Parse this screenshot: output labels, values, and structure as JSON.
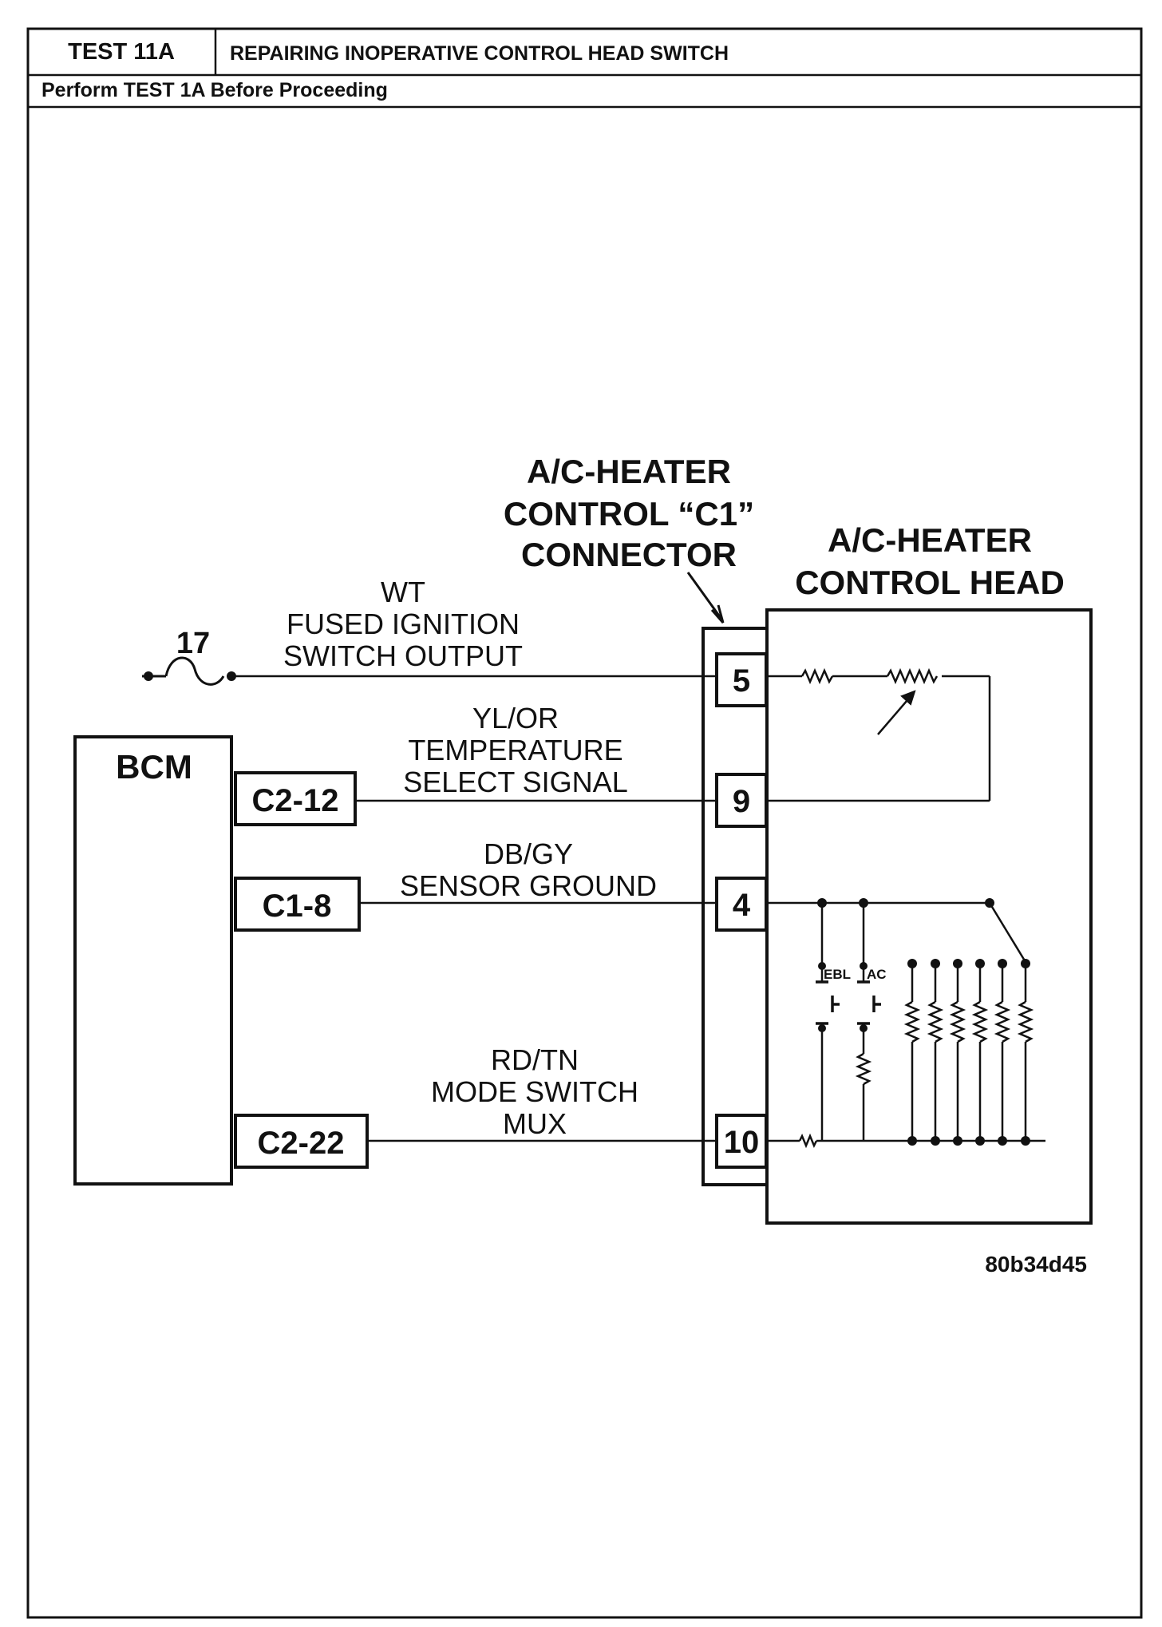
{
  "header": {
    "test_id": "TEST 11A",
    "title": "REPAIRING INOPERATIVE CONTROL HEAD SWITCH",
    "instruction": "Perform TEST 1A Before Proceeding"
  },
  "diagram": {
    "connector_label": [
      "A/C-HEATER",
      "CONTROL “C1”",
      "CONNECTOR"
    ],
    "control_head_label": [
      "A/C-HEATER",
      "CONTROL HEAD"
    ],
    "bcm_label": "BCM",
    "fuse_number": "17",
    "bcm_pins": [
      "C2-12",
      "C1-8",
      "C2-22"
    ],
    "connector_pins": [
      "5",
      "9",
      "4",
      "10"
    ],
    "wires": [
      {
        "lines": [
          "WT",
          "FUSED IGNITION",
          "SWITCH OUTPUT"
        ]
      },
      {
        "lines": [
          "YL/OR",
          "TEMPERATURE",
          "SELECT SIGNAL"
        ]
      },
      {
        "lines": [
          "DB/GY",
          "SENSOR GROUND"
        ]
      },
      {
        "lines": [
          "RD/TN",
          "MODE SWITCH",
          "MUX"
        ]
      }
    ],
    "switch_labels": [
      "EBL",
      "AC"
    ],
    "figure_id": "80b34d45"
  }
}
